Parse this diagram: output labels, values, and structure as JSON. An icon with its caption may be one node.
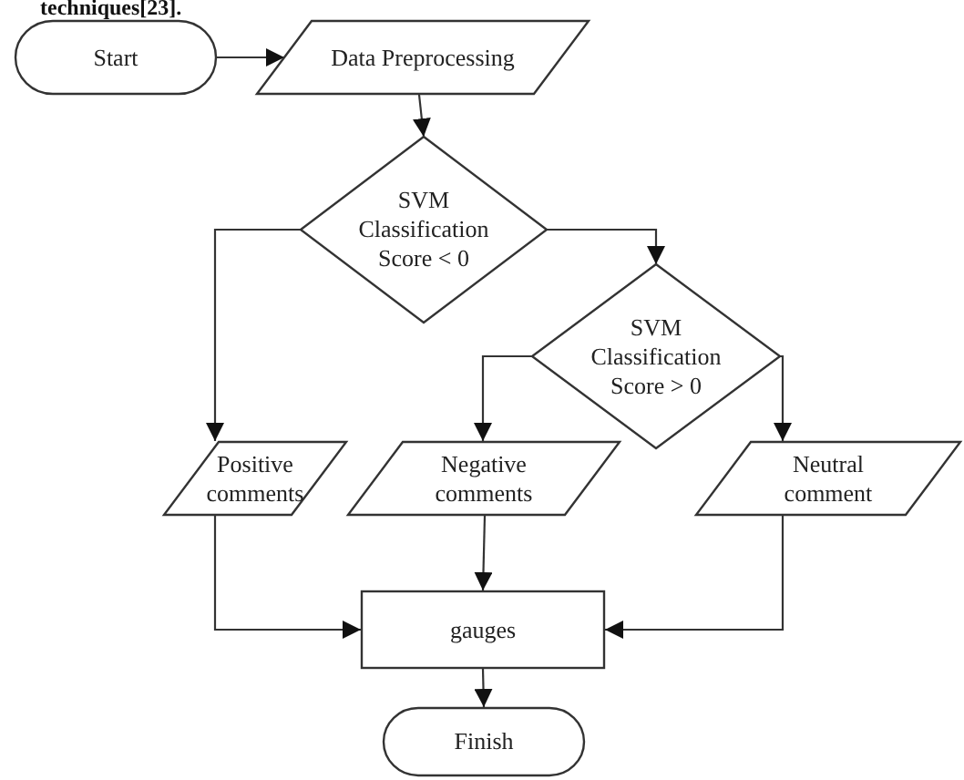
{
  "diagram": {
    "nodes": [
      {
        "text": [
          "Start"
        ]
      },
      {
        "text": [
          "Data Preprocessing"
        ]
      },
      {
        "text": [
          "SVM Classification Score < 0"
        ]
      },
      {
        "text": [
          "SVM Classification Score > 0"
        ]
      },
      {
        "text": [
          "Positive comments"
        ]
      },
      {
        "text": [
          "Negative comments"
        ]
      },
      {
        "text": [
          "Neutral comment"
        ]
      },
      {
        "text": [
          "gauges"
        ]
      },
      {
        "text": [
          "Finish"
        ]
      }
    ],
    "edges": [
      {
        "from": 0,
        "to": 1,
        "arrow": "to"
      },
      {
        "from": 1,
        "to": 2,
        "arrow": "to"
      },
      {
        "from": 2,
        "to": 4,
        "arrow": "to"
      },
      {
        "from": 2,
        "to": 3,
        "arrow": "to"
      },
      {
        "from": 3,
        "to": 5,
        "arrow": "to"
      },
      {
        "from": 3,
        "to": 6,
        "arrow": "to"
      },
      {
        "from": 4,
        "to": 7,
        "arrow": "to"
      },
      {
        "from": 5,
        "to": 7,
        "arrow": "to"
      },
      {
        "from": 6,
        "to": 7,
        "arrow": "to"
      },
      {
        "from": 7,
        "to": 8,
        "arrow": "to"
      }
    ],
    "labels": [
      "techniques[23]."
    ]
  }
}
